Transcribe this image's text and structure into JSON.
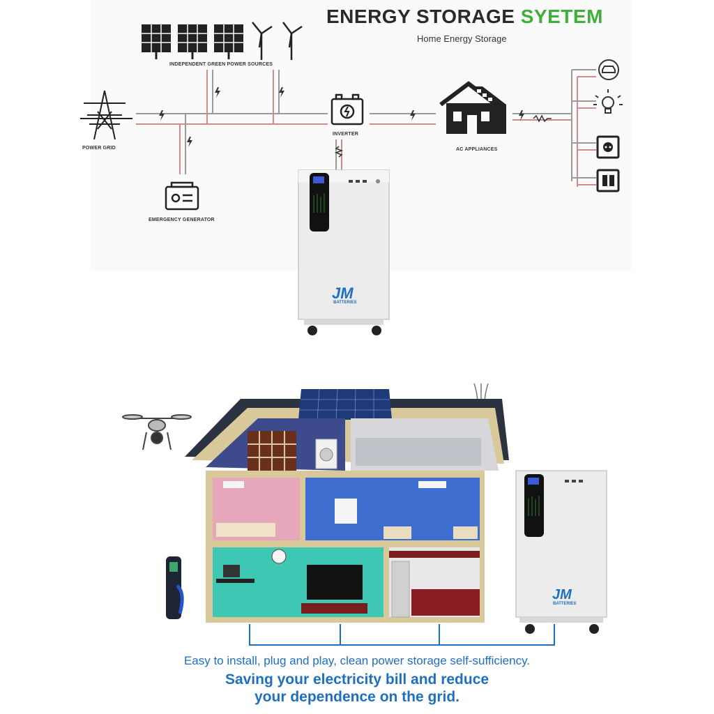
{
  "header": {
    "title_part1": "ENERGY STORAGE",
    "title_part2": "SYETEM",
    "subtitle": "Home Energy Storage"
  },
  "diagram": {
    "green_sources_label": "INDEPENDENT GREEN POWER SOURCES",
    "power_grid_label": "POWER GRID",
    "inverter_label": "INVERTER",
    "ac_appliances_label": "AC APPLIANCES",
    "generator_label": "EMERGENCY GENERATOR",
    "icons": [
      "solar-panel-icon",
      "wind-turbine-icon",
      "power-tower-icon",
      "battery-inverter-icon",
      "house-icon",
      "generator-icon",
      "car-icon",
      "bulb-icon",
      "socket-icon",
      "switch-icon"
    ],
    "colors": {
      "line_gray": "#9a9a9a",
      "line_red": "#d28a8a",
      "brand_blue": "#1f6fc0",
      "brand_green": "#3fae3a"
    }
  },
  "product": {
    "brand_logo_text": "JM",
    "brand_sub_text": "BATTERIES"
  },
  "footer": {
    "line1": "Easy to install, plug and play, clean power storage self-sufficiency.",
    "line2a": "Saving your electricity bill and reduce",
    "line2b": "your dependence on the grid."
  }
}
